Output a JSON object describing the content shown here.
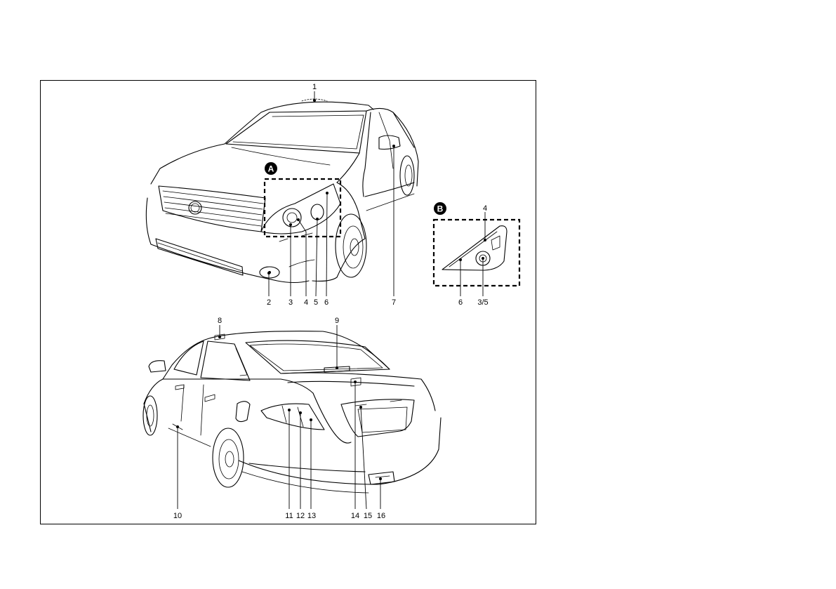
{
  "diagram": {
    "callouts_front": [
      "1",
      "2",
      "3",
      "4",
      "5",
      "6",
      "7"
    ],
    "callouts_rear": [
      "8",
      "9",
      "10",
      "11",
      "12",
      "13",
      "14",
      "15",
      "16"
    ],
    "detail_a": {
      "badge": "A",
      "callouts": []
    },
    "detail_b": {
      "badge": "B",
      "callouts": [
        "4",
        "6",
        "3/5"
      ]
    },
    "colors": {
      "line": "#000000",
      "background": "#ffffff",
      "badge_fill": "#000000"
    }
  }
}
